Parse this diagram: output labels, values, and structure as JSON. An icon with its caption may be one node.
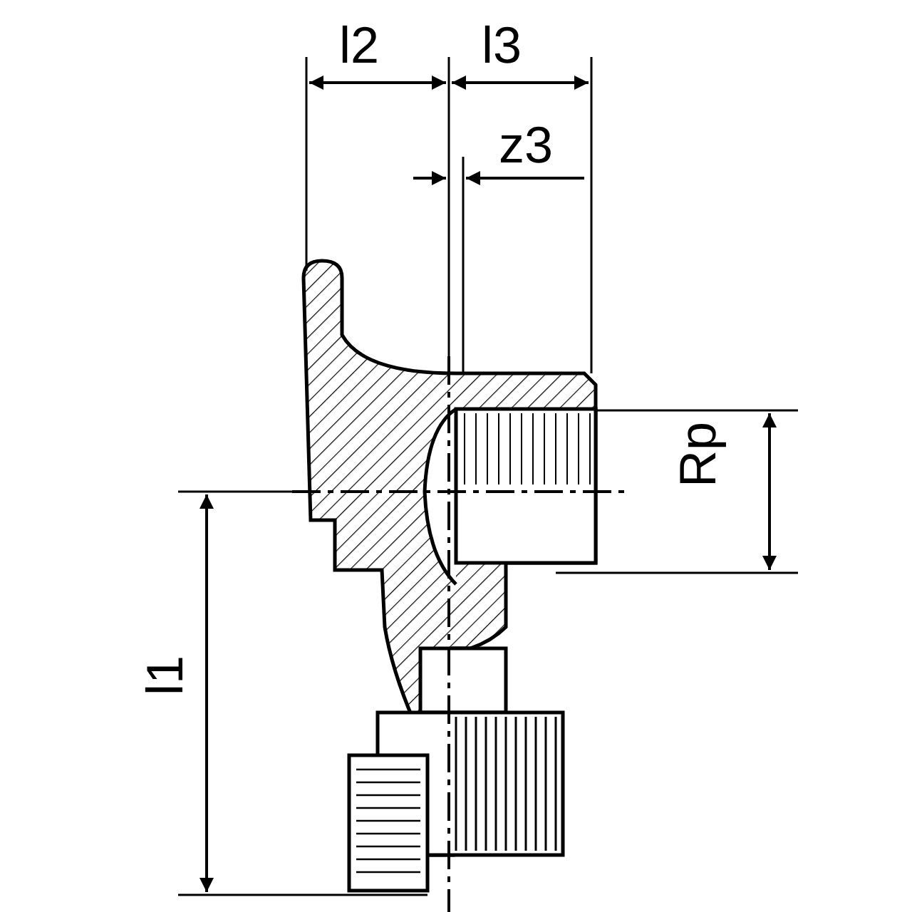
{
  "diagram": {
    "labels": [
      "l2",
      "l3",
      "z3",
      "Rp",
      "l1"
    ]
  }
}
